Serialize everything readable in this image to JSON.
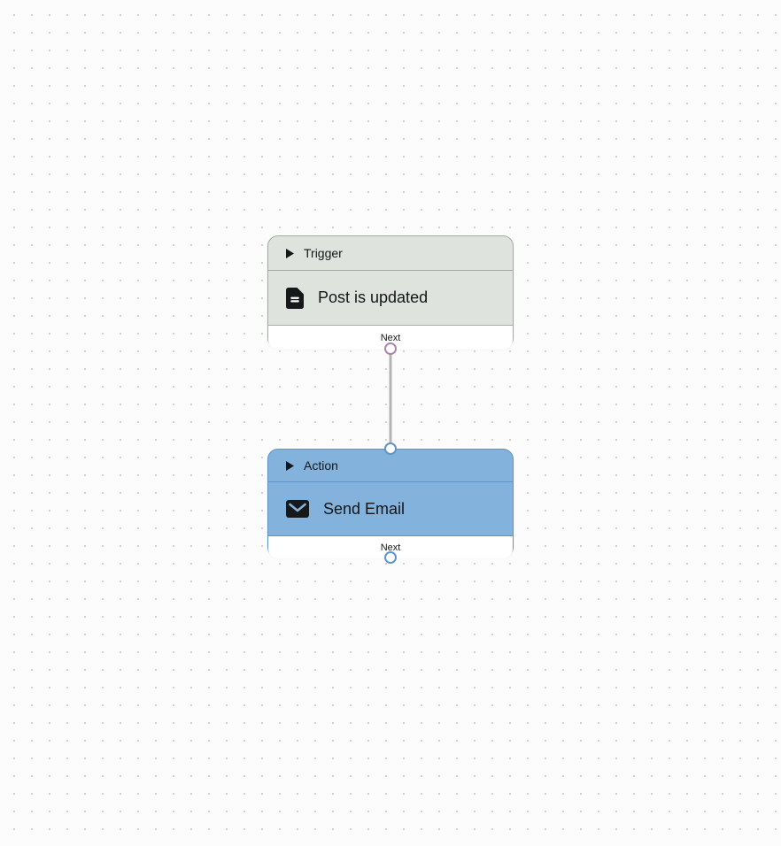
{
  "canvas": {
    "background_color": "#fcfcfc",
    "dot_grid_color": "#d2d2d2"
  },
  "nodes": [
    {
      "id": "trigger",
      "type_label": "Trigger",
      "name": "Post is updated",
      "icon": "document-icon",
      "footer_label": "Next",
      "colors": {
        "fill": "#dee3dd",
        "border": "#a3a9a3",
        "output_port": "#ae84ac",
        "text": "#141619"
      }
    },
    {
      "id": "action",
      "type_label": "Action",
      "name": "Send Email",
      "icon": "email-icon",
      "footer_label": "Next",
      "colors": {
        "fill": "#83b3dc",
        "border": "#6093c6",
        "input_port": "#6093c6",
        "output_port": "#6093c6",
        "text": "#141619"
      }
    }
  ],
  "edge": {
    "from": "trigger.next",
    "to": "action.input",
    "color": "#b6b3b6"
  }
}
